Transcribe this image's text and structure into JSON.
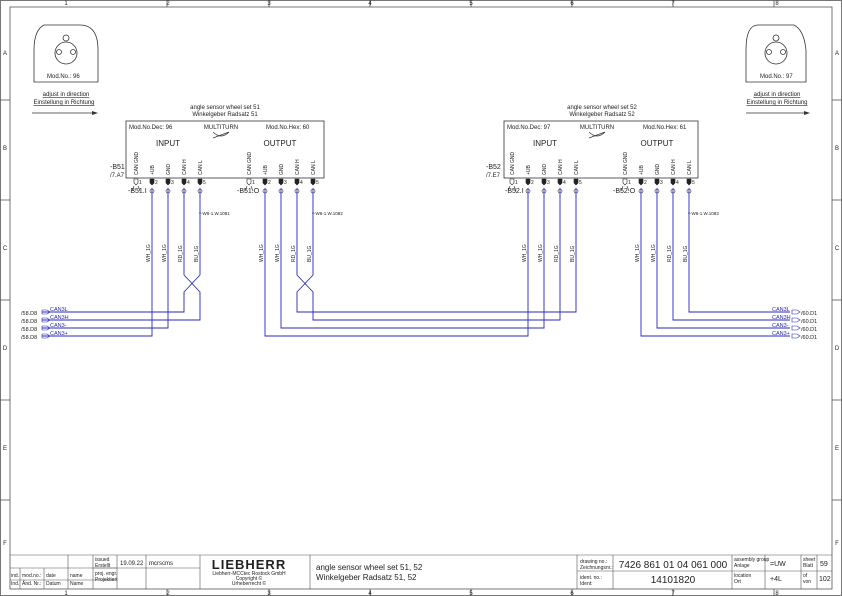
{
  "frame": {
    "cols": [
      "1",
      "2",
      "3",
      "4",
      "5",
      "6",
      "7",
      "8"
    ],
    "rows": [
      "A",
      "B",
      "C",
      "D",
      "E",
      "F"
    ]
  },
  "left_icon": {
    "mod": "Mod.No.: 96",
    "adjust1": "adjust in direction",
    "adjust2": "Einstellung in Richtung"
  },
  "right_icon": {
    "mod": "Mod.No.: 97",
    "adjust1": "adjust in direction",
    "adjust2": "Einstellung in Richtung"
  },
  "sensor1": {
    "title1": "angle sensor wheel set 51",
    "title2": "Winkelgeber Radsatz 51",
    "mod_dec": "Mod.No.Dec: 96",
    "multiturn": "MULTITURN",
    "mod_hex": "Mod.No.Hex: 60",
    "input": "INPUT",
    "output": "OUTPUT",
    "tag": "-B51",
    "ref": "/7.A7",
    "conn_in": "-B51.I",
    "conn_out": "-B51.O",
    "wire_ref_in": "-W6-1.W.1081",
    "wire_ref_out": "-W6-1.W.1082"
  },
  "sensor2": {
    "title1": "angle sensor wheel set 52",
    "title2": "Winkelgeber Radsatz 52",
    "mod_dec": "Mod.No.Dec: 97",
    "multiturn": "MULTITURN",
    "mod_hex": "Mod.No.Hex: 61",
    "input": "INPUT",
    "output": "OUTPUT",
    "tag": "-B52",
    "ref": "/7.E7",
    "conn_in": "-B52.I",
    "conn_out": "-B52.O",
    "wire_ref_out": "-W6-1.W.1083"
  },
  "pins": {
    "labels": [
      "CAN GND",
      "+UB",
      "GND",
      "CAN H",
      "CAN L"
    ],
    "numbers": [
      "1",
      "2",
      "3",
      "4",
      "5"
    ]
  },
  "wire_colors": [
    "WH_1G",
    "WH_1G",
    "RD_1G",
    "BU_1G"
  ],
  "left_refs": [
    "/58.D8",
    "/58.D8",
    "/58.D8",
    "/58.D8"
  ],
  "left_nets": [
    "CAN3L",
    "CAN3H",
    "CAN3-",
    "CAN3+"
  ],
  "right_nets": [
    "CAN3L",
    "CAN3H",
    "CAN3-",
    "CAN3+"
  ],
  "right_refs": [
    "/60.D1",
    "/60.D1",
    "/60.D1",
    "/60.D1"
  ],
  "title_block": {
    "issued_label1": "issued",
    "issued_label2": "Erstellt",
    "issued_date": "19.09.22",
    "issued_name": "mcrscms",
    "projeng_label1": "proj. engr.",
    "projeng_label2": "Projektiert",
    "h_ind": "ind.",
    "h_modno": "mod.no.:",
    "h_date": "date",
    "h_name": "name",
    "h_ind2": "Ind.",
    "h_aendnr": "Änd. Nr.:",
    "h_datum": "Datum",
    "h_name2": "Name",
    "brand": "LIEBHERR",
    "company": "Liebherr-MCCtec Rostock GmbH",
    "copyright": "Copyright ©",
    "urheber": "Urheberrecht ©",
    "title1": "angle sensor wheel set 51, 52",
    "title2": "Winkelgeber Radsatz 51, 52",
    "drawing_label1": "drawing no.:",
    "drawing_label2": "Zeichnungsnr.:",
    "drawing_no": "7426 861 01 04 061 000",
    "ident_label1": "ident. no.:",
    "ident_label2": "Ident:",
    "ident_no": "14101820",
    "asm_label1": "assembly group",
    "asm_label2": "Anlage",
    "asm_val": "=UW",
    "loc_label1": "location",
    "loc_label2": "Ort",
    "loc_val": "+4L",
    "sheet_label1": "sheet",
    "sheet_label2": "Blatt",
    "sheet_val": "59",
    "of_label1": "of",
    "of_label2": "von",
    "of_val": "102"
  }
}
